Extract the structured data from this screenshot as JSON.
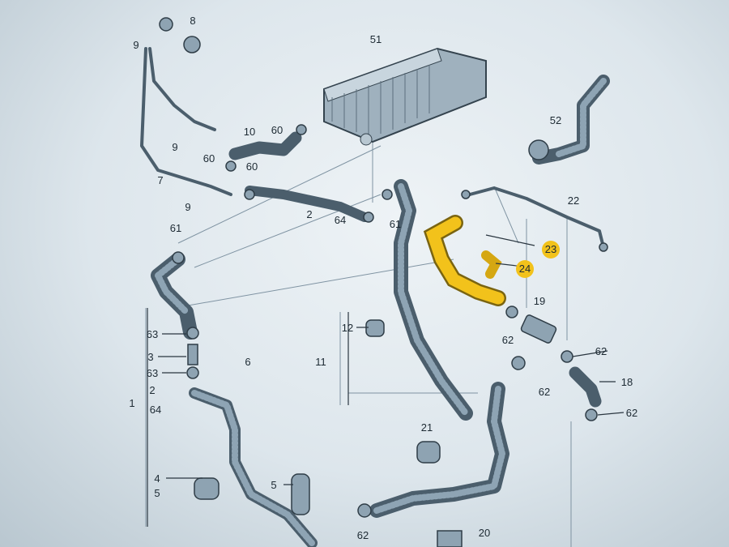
{
  "diagram": {
    "part_labels": [
      "8",
      "9",
      "51",
      "52",
      "10",
      "60",
      "9",
      "60",
      "60",
      "7",
      "22",
      "9",
      "2",
      "64",
      "61",
      "61",
      "23",
      "24",
      "19",
      "12",
      "63",
      "62",
      "3",
      "11",
      "62",
      "63",
      "6",
      "18",
      "62",
      "2",
      "1",
      "64",
      "62",
      "21",
      "4",
      "5",
      "5",
      "20",
      "62"
    ],
    "highlighted_labels": [
      "23",
      "24"
    ],
    "highlight_color": "#f2c21b"
  }
}
